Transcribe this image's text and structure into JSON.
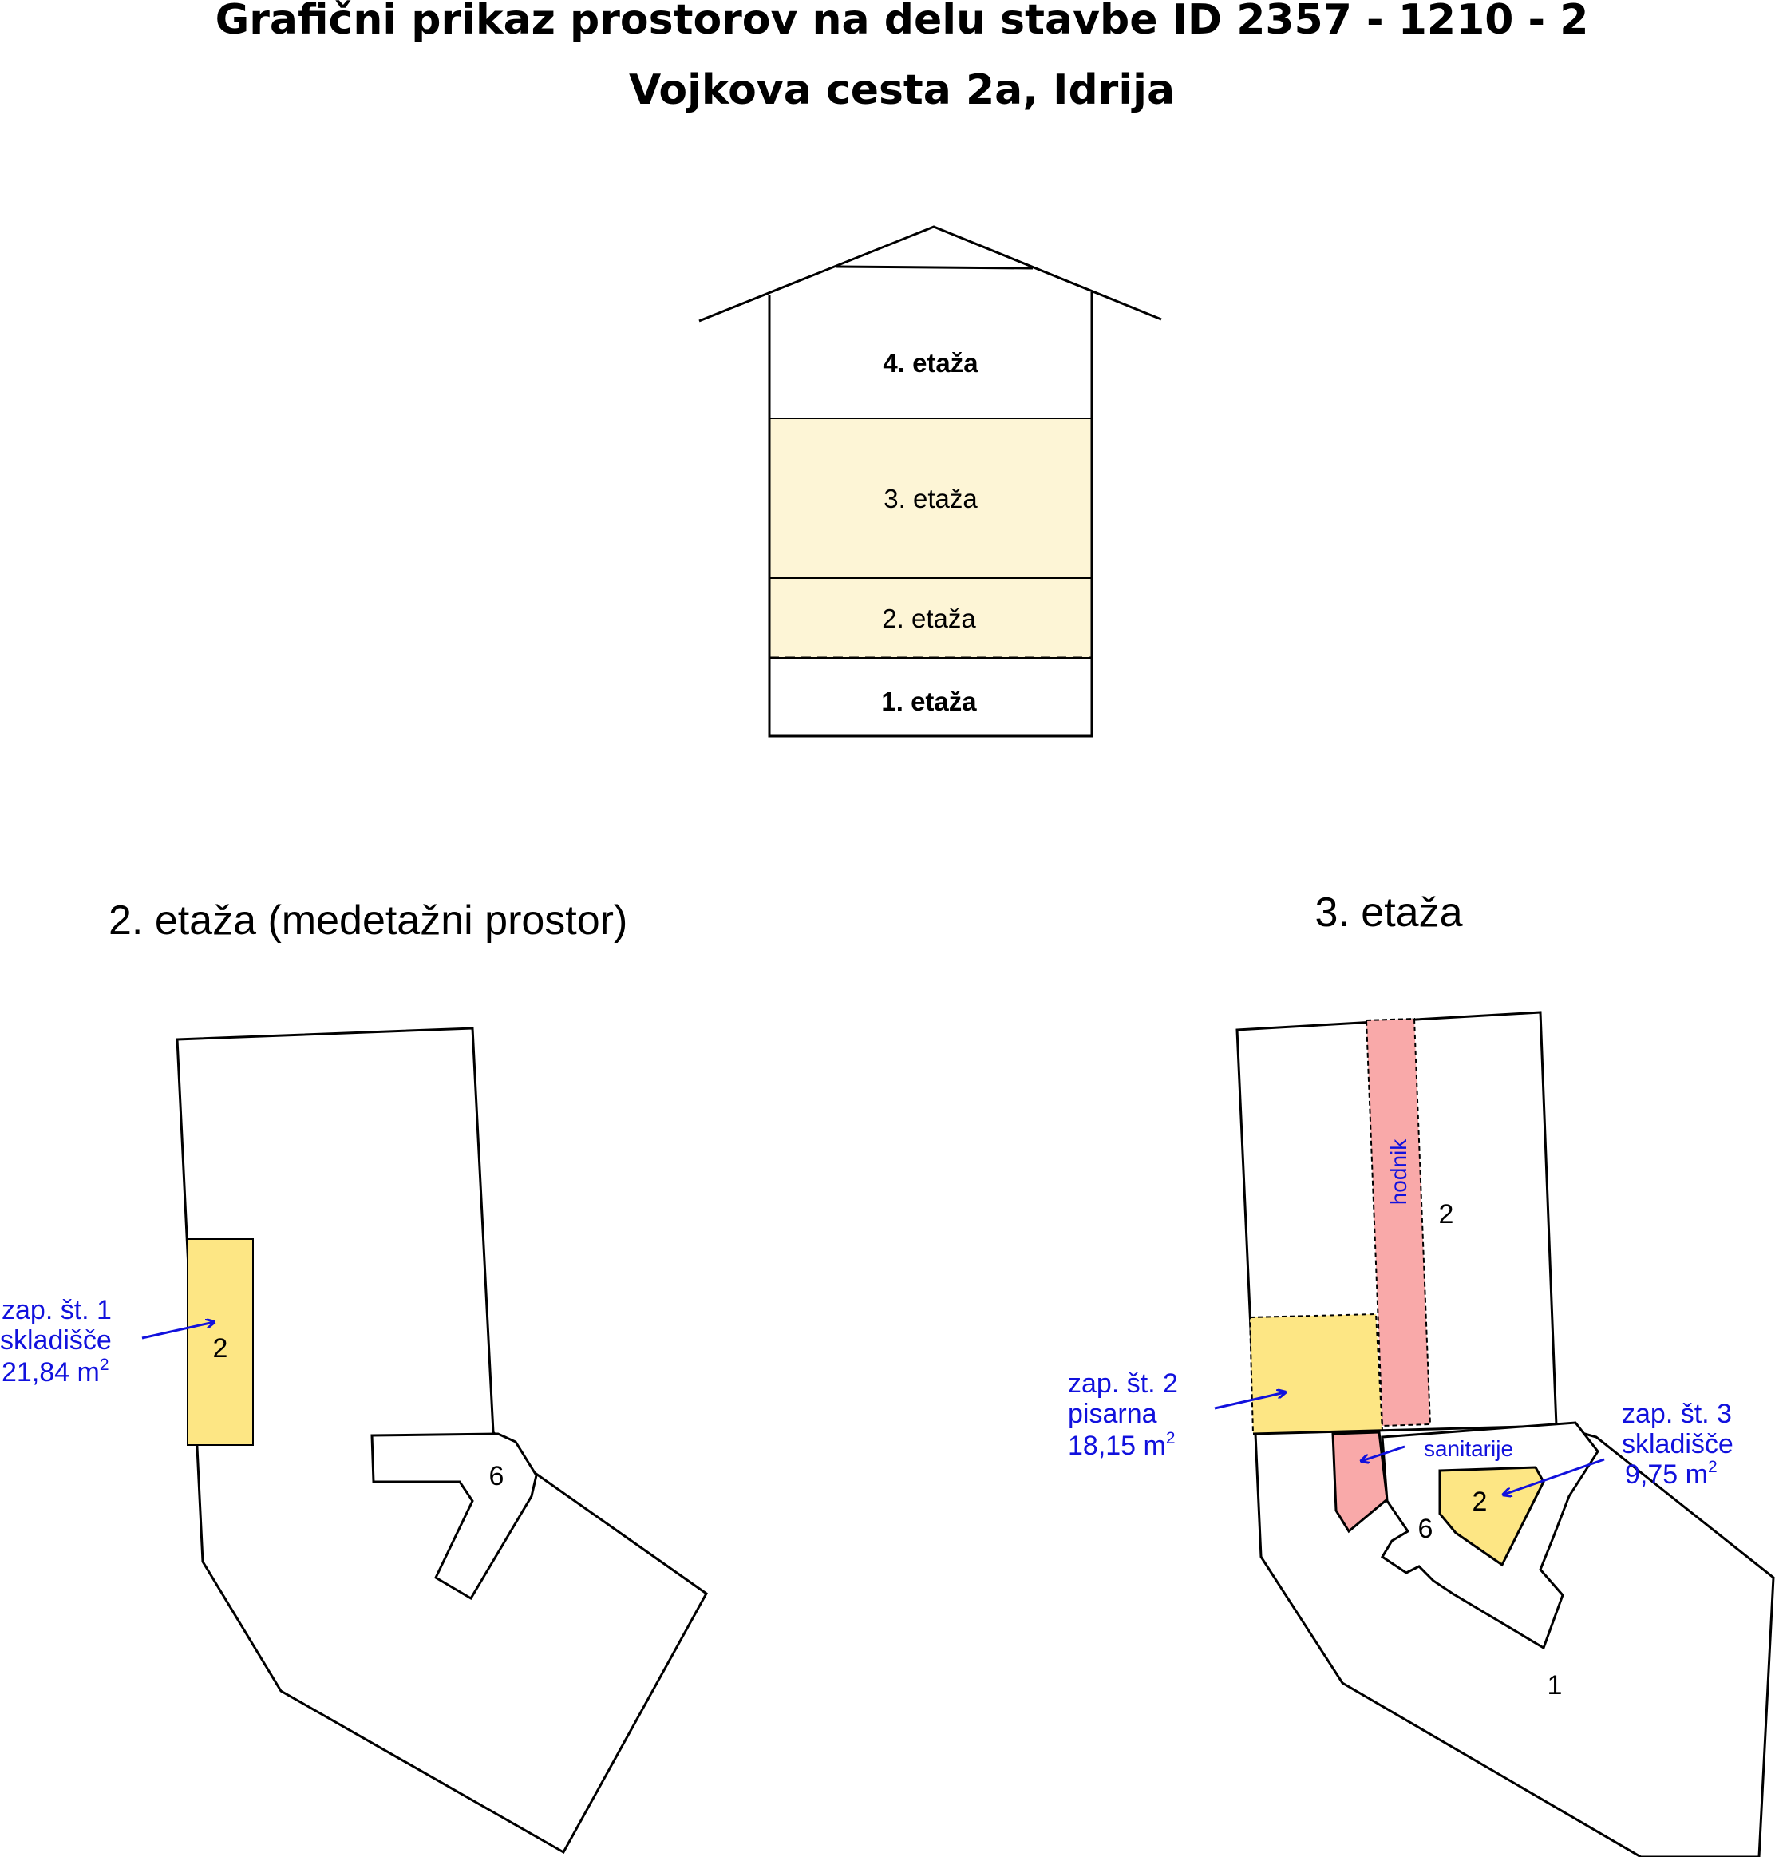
{
  "title": {
    "line1": "Grafični prikaz prostorov na delu stavbe ID 2357 - 1210 - 2",
    "line2": "Vojkova cesta 2a, Idrija"
  },
  "elevation": {
    "floors": [
      {
        "label": "4. etaža",
        "highlighted": false
      },
      {
        "label": "3. etaža",
        "highlighted": true
      },
      {
        "label": "2. etaža",
        "highlighted": true
      },
      {
        "label": "1. etaža",
        "highlighted": false
      }
    ]
  },
  "plan_2": {
    "heading": "2. etaža (medetažni prostor)",
    "room_number": "2",
    "stair_number": "6",
    "unit": {
      "line1": "zap. št. 1",
      "line2": "skladišče",
      "area": "21,84 m",
      "area_sup": "2"
    }
  },
  "plan_3": {
    "heading": "3. etaža",
    "corridor_label": "hodnik",
    "corridor_number": "2",
    "sanitary_label": "sanitarije",
    "stair_number": "6",
    "room_number": "2",
    "wing_number": "1",
    "unit_2": {
      "line1": "zap. št. 2",
      "line2": "pisarna",
      "area": "18,15 m",
      "area_sup": "2"
    },
    "unit_3": {
      "line1": "zap. št. 3",
      "line2": "skladišče",
      "area": "9,75 m",
      "area_sup": "2"
    }
  },
  "colors": {
    "unit_fill": "#fde684",
    "floor_highlight": "#fdf5d6",
    "corridor_fill": "#f9a9a9",
    "annotation": "#1111dd"
  }
}
